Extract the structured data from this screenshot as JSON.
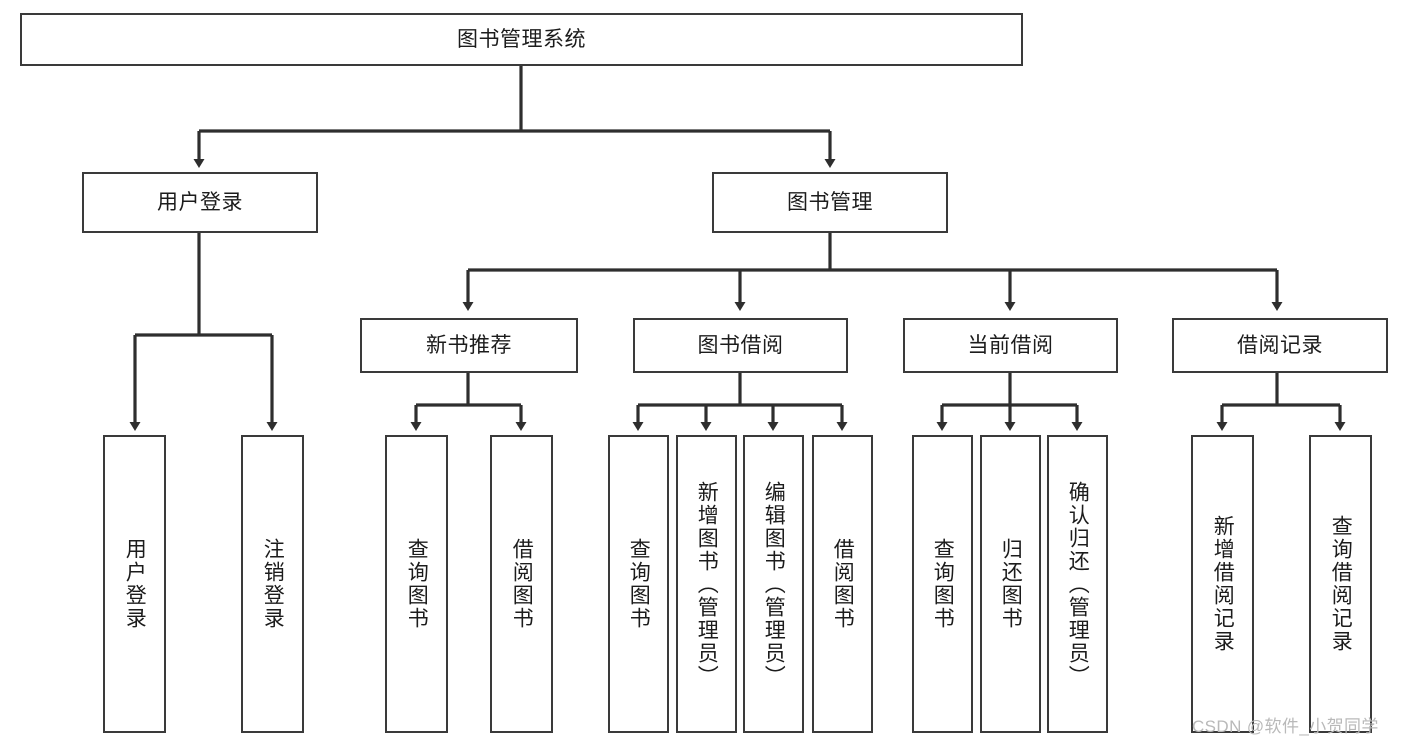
{
  "diagram": {
    "title": "图书管理系统",
    "type": "hierarchy-tree",
    "root": {
      "label": "图书管理系统"
    },
    "level2": [
      {
        "id": "user-login",
        "label": "用户登录"
      },
      {
        "id": "book-manage",
        "label": "图书管理"
      }
    ],
    "level3": [
      {
        "id": "new-book-recommend",
        "label": "新书推荐"
      },
      {
        "id": "book-borrow",
        "label": "图书借阅"
      },
      {
        "id": "current-borrow",
        "label": "当前借阅"
      },
      {
        "id": "borrow-record",
        "label": "借阅记录"
      }
    ],
    "leaves": {
      "user_login": [
        {
          "id": "leaf-user-login",
          "label": "用户登录"
        },
        {
          "id": "leaf-logout",
          "label": "注销登录"
        }
      ],
      "new_book_recommend": [
        {
          "id": "leaf-query-book-1",
          "label": "查询图书"
        },
        {
          "id": "leaf-borrow-book-1",
          "label": "借阅图书"
        }
      ],
      "book_borrow": [
        {
          "id": "leaf-query-book-2",
          "label": "查询图书"
        },
        {
          "id": "leaf-add-book",
          "label": "新增图书（管理员）"
        },
        {
          "id": "leaf-edit-book",
          "label": "编辑图书（管理员）"
        },
        {
          "id": "leaf-borrow-book-2",
          "label": "借阅图书"
        }
      ],
      "current_borrow": [
        {
          "id": "leaf-query-book-3",
          "label": "查询图书"
        },
        {
          "id": "leaf-return-book",
          "label": "归还图书"
        },
        {
          "id": "leaf-confirm-return",
          "label": "确认归还（管理员）"
        }
      ],
      "borrow_record": [
        {
          "id": "leaf-add-record",
          "label": "新增借阅记录"
        },
        {
          "id": "leaf-query-record",
          "label": "查询借阅记录"
        }
      ]
    }
  },
  "watermark": {
    "text": "CSDN @软件_小贺同学"
  },
  "colors": {
    "stroke": "#3a3a3a",
    "fill": "#ffffff",
    "text": "#1c1c1c",
    "watermark": "#b9b9b9"
  }
}
